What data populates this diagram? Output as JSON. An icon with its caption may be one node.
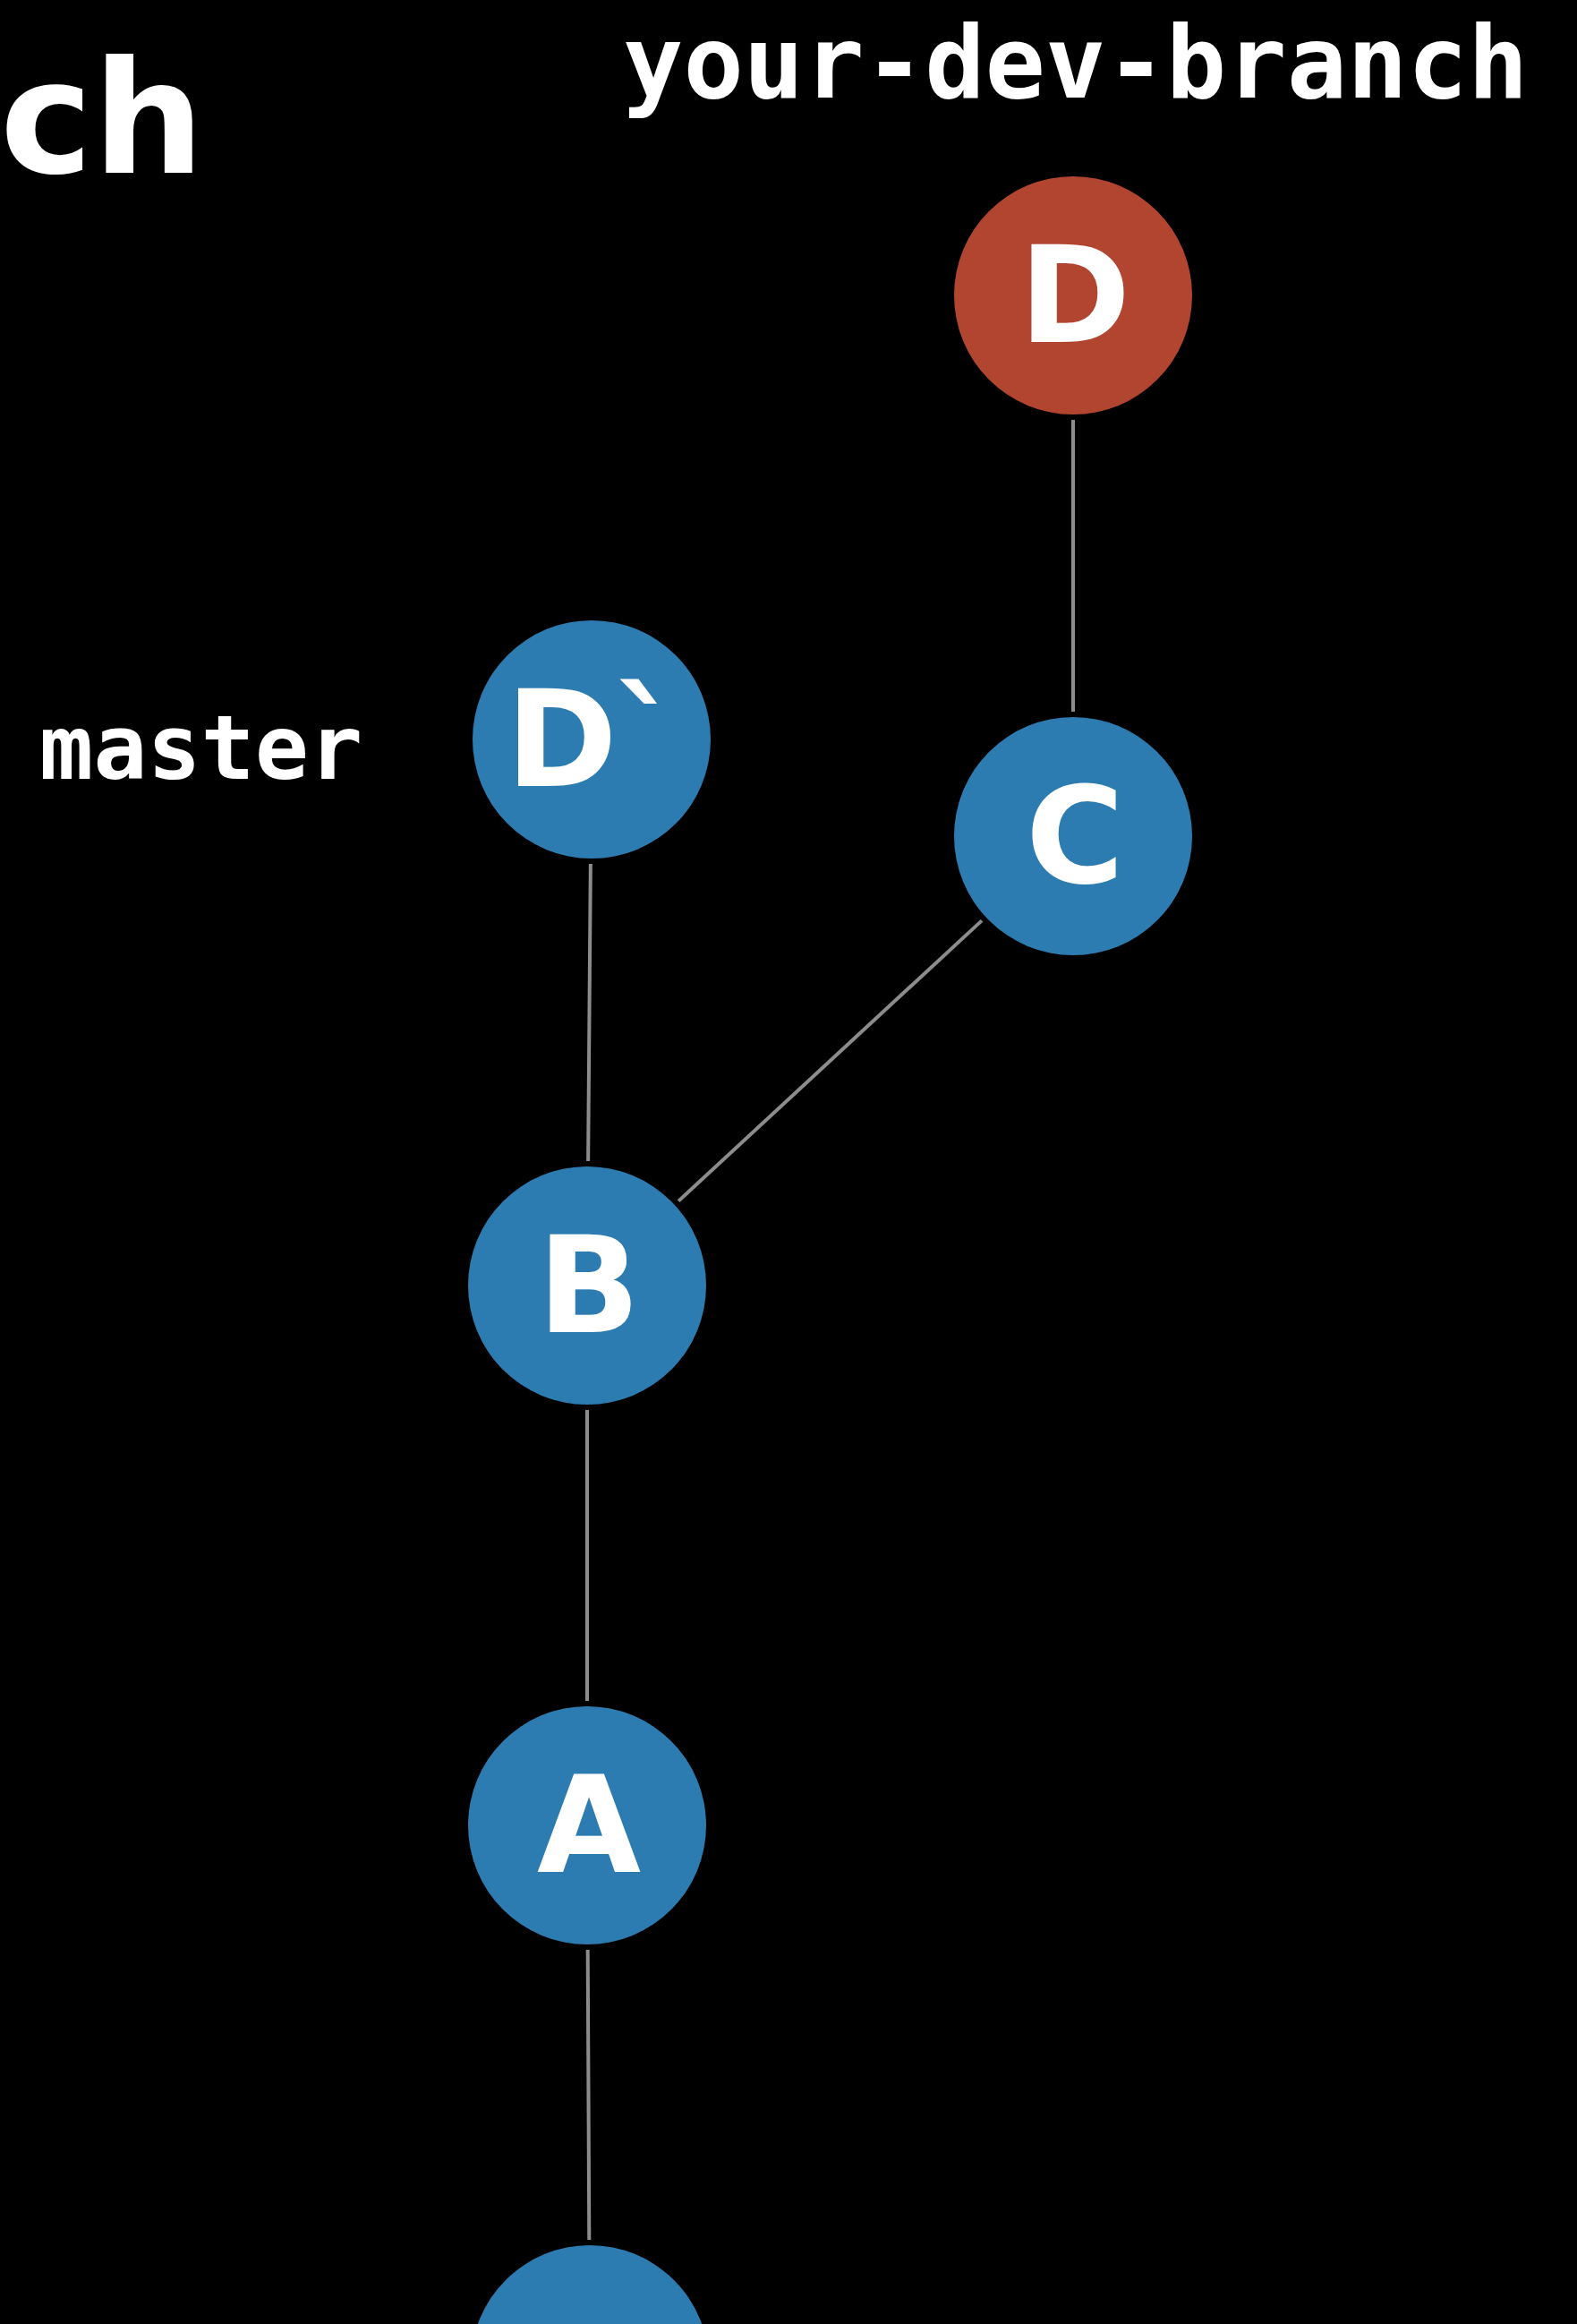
{
  "diagram": {
    "nodes": [
      {
        "text": [
          "D"
        ]
      },
      {
        "text": [
          "D`"
        ]
      },
      {
        "text": [
          "C"
        ]
      },
      {
        "text": [
          "B"
        ]
      },
      {
        "text": [
          "A"
        ]
      },
      {
        "text": [],
        "shape": "circle"
      }
    ],
    "edges": [
      {
        "from": 0,
        "to": 2,
        "arrow": "none"
      },
      {
        "from": 1,
        "to": 3,
        "arrow": "none"
      },
      {
        "from": 2,
        "to": 3,
        "arrow": "none"
      },
      {
        "from": 3,
        "to": 4,
        "arrow": "none"
      },
      {
        "from": 4,
        "to": 5,
        "arrow": "none"
      }
    ],
    "labels": [
      "ch",
      "your-dev-branch",
      "master"
    ]
  }
}
